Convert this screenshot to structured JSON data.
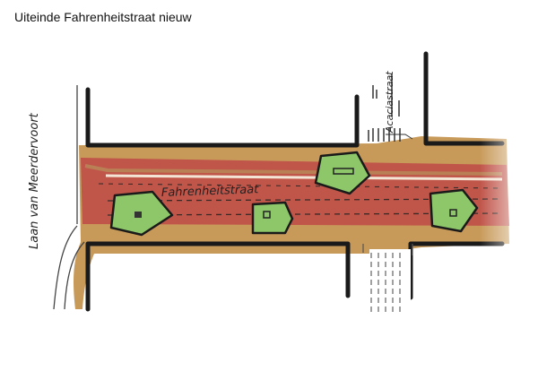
{
  "title": "Uiteinde Fahrenheitstraat nieuw",
  "labels": {
    "main_street": "Fahrenheitstraat",
    "side_street": "Laan van Meerdervoort",
    "cross_street": "Acaciastraat"
  },
  "colors": {
    "sidewalk": "#c89a5a",
    "roadway": "#c0554a",
    "greenery": "#8dc76a",
    "outline": "#1a1a1a"
  },
  "icons": [
    "planter-bench-icon"
  ]
}
